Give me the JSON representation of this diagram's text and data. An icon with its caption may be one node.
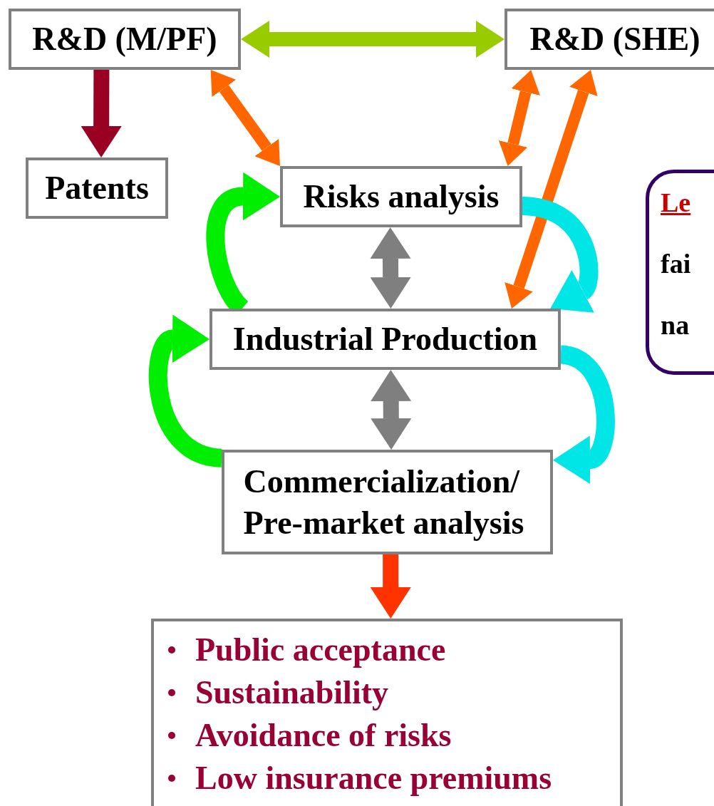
{
  "diagram": {
    "nodes": [
      {
        "text": [
          "R&D (M/PF)"
        ]
      },
      {
        "text": [
          "R&D (SHE)"
        ]
      },
      {
        "text": [
          "Patents"
        ]
      },
      {
        "text": [
          "Risks analysis"
        ]
      },
      {
        "text": [
          "Industrial Production"
        ]
      },
      {
        "text": [
          "Commercialization/ Pre-market analysis"
        ]
      },
      {
        "text": [
          "Public acceptance",
          "Sustainability",
          "Avoidance of risks",
          "Low insurance premiums"
        ]
      },
      {
        "text": [
          "Le",
          "fai",
          "na"
        ]
      }
    ],
    "edges": [
      {
        "from": 0,
        "to": 1,
        "arrow": "both",
        "color": "#99cc00"
      },
      {
        "from": 0,
        "to": 2,
        "arrow": "to",
        "color": "#990022"
      },
      {
        "from": 0,
        "to": 3,
        "arrow": "both",
        "color": "#ff6600"
      },
      {
        "from": 1,
        "to": 3,
        "arrow": "both",
        "color": "#ff6600"
      },
      {
        "from": 1,
        "to": 4,
        "arrow": "both",
        "color": "#ff6600"
      },
      {
        "from": 3,
        "to": 4,
        "arrow": "both",
        "color": "#7f7f7f"
      },
      {
        "from": 4,
        "to": 5,
        "arrow": "both",
        "color": "#7f7f7f"
      },
      {
        "from": 4,
        "to": 3,
        "arrow": "to",
        "color": "#00ee00"
      },
      {
        "from": 5,
        "to": 4,
        "arrow": "to",
        "color": "#00ee00"
      },
      {
        "from": 3,
        "to": 4,
        "arrow": "to",
        "color": "#00e5e5"
      },
      {
        "from": 4,
        "to": 5,
        "arrow": "to",
        "color": "#00e5e5"
      },
      {
        "from": 5,
        "to": 6,
        "arrow": "to",
        "color": "#ff3300"
      }
    ]
  }
}
